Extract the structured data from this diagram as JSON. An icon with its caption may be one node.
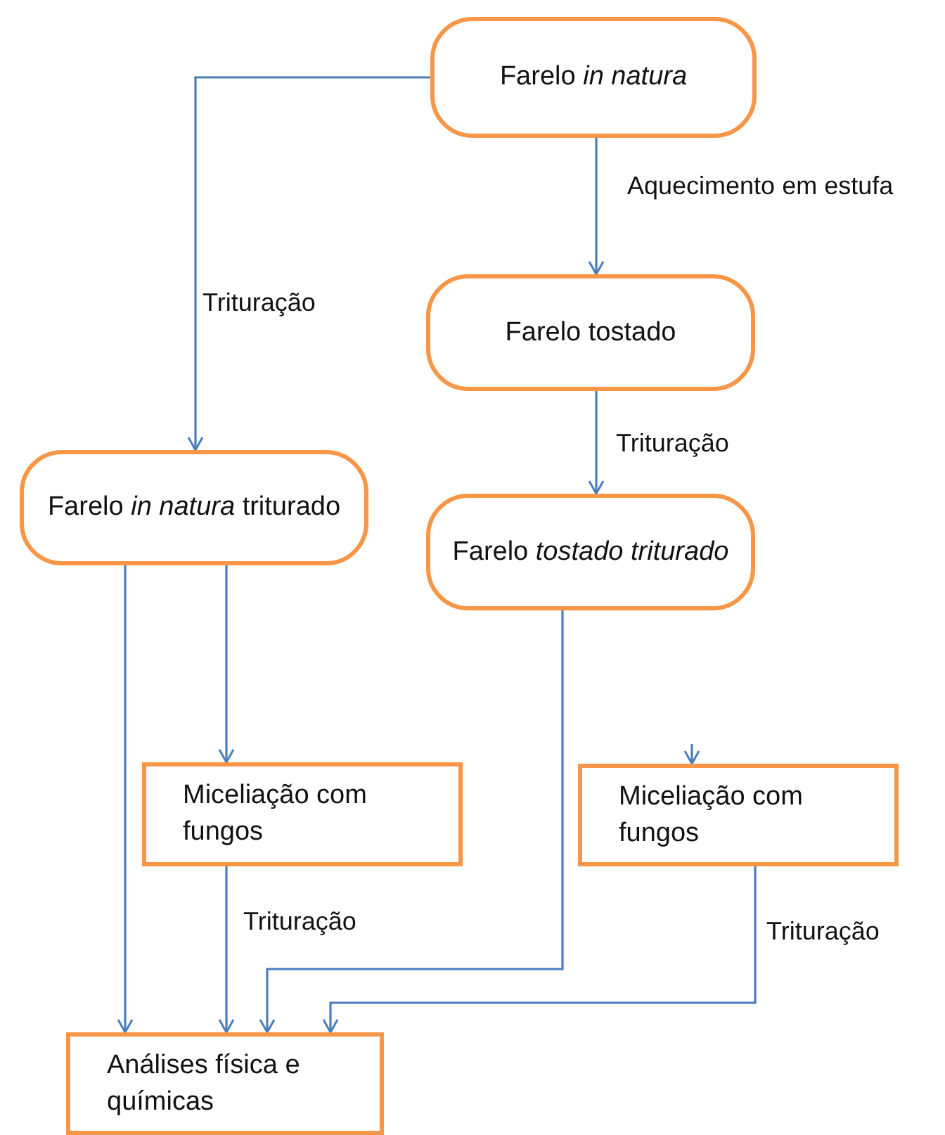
{
  "diagram": {
    "nodes": [
      {
        "text": [
          "Farelo *in natura*"
        ]
      },
      {
        "text": [
          "Farelo tostado"
        ]
      },
      {
        "text": [
          "Farelo *in natura* triturado"
        ]
      },
      {
        "text": [
          "Farelo *tostado triturado*"
        ]
      },
      {
        "text": [
          "Miceliação com fungos"
        ]
      },
      {
        "text": [
          "Miceliação com fungos"
        ]
      },
      {
        "text": [
          "Análises física e químicas"
        ]
      }
    ],
    "edges": [
      {
        "from": 0,
        "to": 1,
        "arrow": "to",
        "label": "Aquecimento em estufa"
      },
      {
        "from": 0,
        "to": 2,
        "arrow": "to",
        "label": "Trituração"
      },
      {
        "from": 1,
        "to": 3,
        "arrow": "to",
        "label": "Trituração"
      },
      {
        "from": 2,
        "to": 6,
        "arrow": "to"
      },
      {
        "from": 2,
        "to": 4,
        "arrow": "to"
      },
      {
        "from": 4,
        "to": 6,
        "arrow": "to",
        "label": "Trituração"
      },
      {
        "from": 3,
        "to": 6,
        "arrow": "to"
      },
      {
        "from": null,
        "to": 5,
        "arrow": "to"
      },
      {
        "from": 5,
        "to": 6,
        "arrow": "to",
        "label": "Trituração"
      }
    ]
  }
}
